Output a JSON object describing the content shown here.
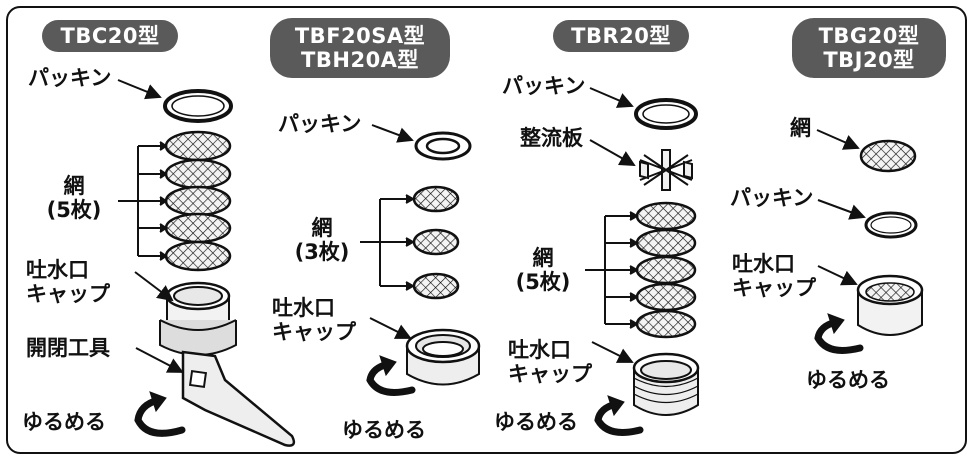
{
  "sections": [
    {
      "model_lines": [
        "TBC20型"
      ]
    },
    {
      "model_lines": [
        "TBF20SA型",
        "TBH20A型"
      ]
    },
    {
      "model_lines": [
        "TBR20型"
      ]
    },
    {
      "model_lines": [
        "TBG20型",
        "TBJ20型"
      ]
    }
  ],
  "labels": {
    "packing": "パッキン",
    "mesh": "網",
    "mesh_5": "(5枚)",
    "mesh_3": "(3枚)",
    "spout_cap_line1": "吐水口",
    "spout_cap_line2": "キャップ",
    "opening_tool": "開閉工具",
    "loosen": "ゆるめる",
    "flow_plate": "整流板"
  },
  "colors": {
    "badge_bg": "#5a5a5a",
    "badge_text": "#ffffff",
    "line": "#111111",
    "part_fill": "#eeeeee"
  }
}
